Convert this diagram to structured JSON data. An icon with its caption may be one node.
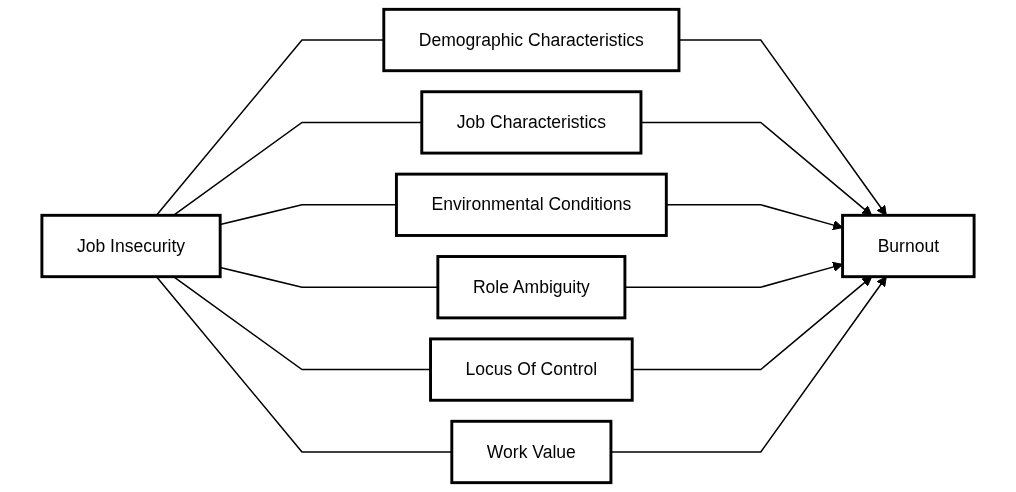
{
  "diagram": {
    "nodes": [
      {
        "text": [
          "Job Insecurity"
        ]
      },
      {
        "text": [
          "Demographic Characteristics"
        ]
      },
      {
        "text": [
          "Job Characteristics"
        ]
      },
      {
        "text": [
          "Environmental Conditions"
        ]
      },
      {
        "text": [
          "Role Ambiguity"
        ]
      },
      {
        "text": [
          "Locus Of Control"
        ]
      },
      {
        "text": [
          "Work Value"
        ]
      },
      {
        "text": [
          "Burnout"
        ]
      }
    ],
    "edges": [
      {
        "from": 0,
        "to": 1,
        "arrow": "none"
      },
      {
        "from": 0,
        "to": 2,
        "arrow": "none"
      },
      {
        "from": 0,
        "to": 3,
        "arrow": "none"
      },
      {
        "from": 0,
        "to": 4,
        "arrow": "none"
      },
      {
        "from": 0,
        "to": 5,
        "arrow": "none"
      },
      {
        "from": 0,
        "to": 6,
        "arrow": "none"
      },
      {
        "from": 1,
        "to": 7,
        "arrow": "to"
      },
      {
        "from": 2,
        "to": 7,
        "arrow": "to"
      },
      {
        "from": 3,
        "to": 7,
        "arrow": "to"
      },
      {
        "from": 4,
        "to": 7,
        "arrow": "to"
      },
      {
        "from": 5,
        "to": 7,
        "arrow": "to"
      },
      {
        "from": 6,
        "to": 7,
        "arrow": "to"
      }
    ]
  }
}
